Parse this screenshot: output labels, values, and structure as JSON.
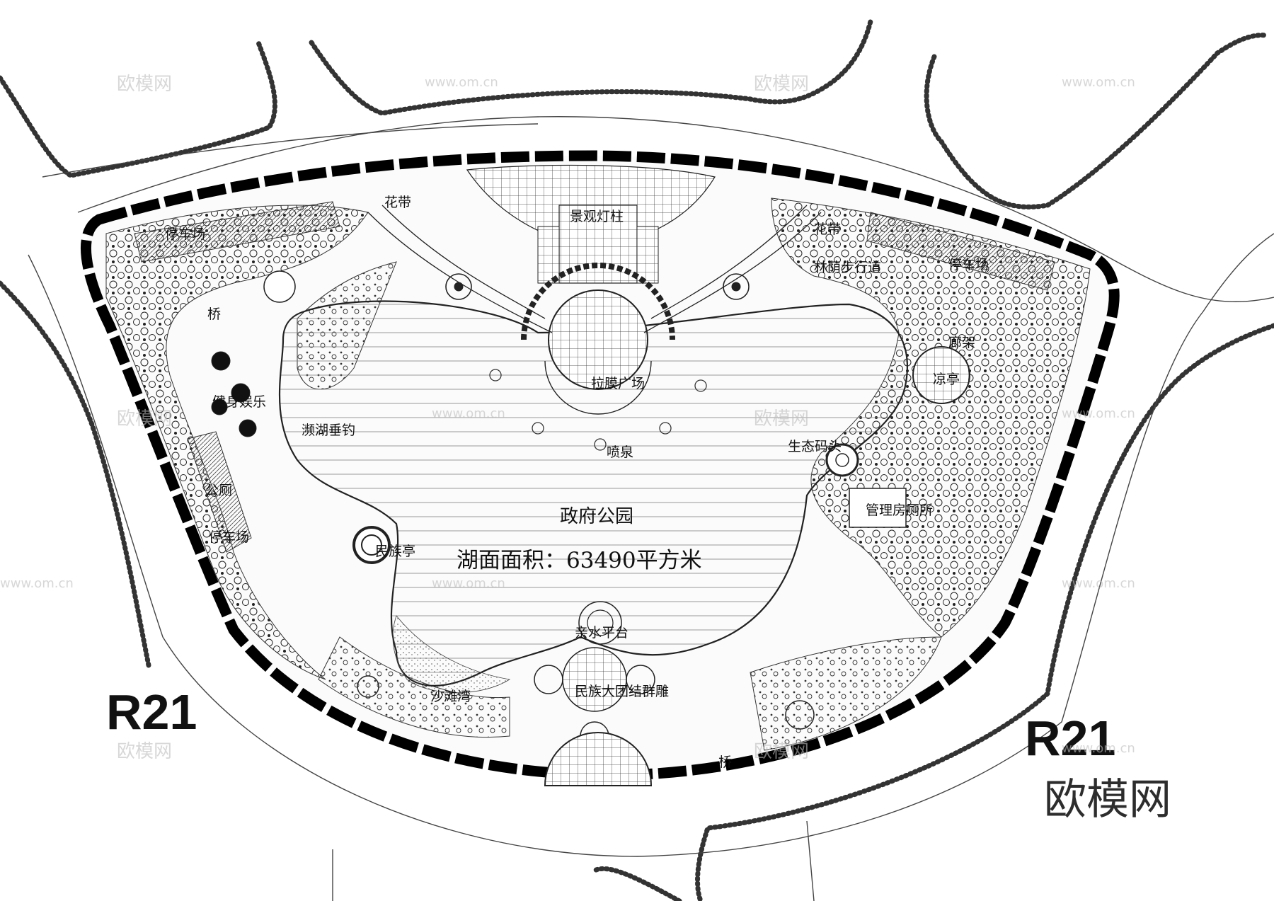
{
  "park": {
    "title": "政府公园",
    "lake_area": "湖面面积：63490平方米"
  },
  "roads": [
    "R21",
    "R21"
  ],
  "labels": {
    "flower_belt_left": "花带",
    "flower_belt_right": "花带",
    "light_pillars": "景观灯柱",
    "parking_nw": "停车场",
    "parking_ne": "停车场",
    "parking_w": "停车场",
    "bridge_nw": "桥",
    "bridge_s": "桥",
    "walkway": "林荫步行道",
    "corridor": "廊架",
    "pavilion_e": "凉亭",
    "membrane_plaza": "拉膜广场",
    "entertainment": "健身娱乐",
    "fishing": "濒湖垂钓",
    "fountain": "喷泉",
    "eco_dock": "生态码头",
    "restroom": "公厕",
    "mgmt": "管理房厕所",
    "ethnic_pavilion": "民族亭",
    "waterside_platform": "亲水平台",
    "beach": "沙滩湾",
    "unity_sculpture": "民族大团结群雕"
  },
  "branding": {
    "logo": "欧模网",
    "watermark": "欧模网",
    "watermark_url": "www.om.cn"
  }
}
